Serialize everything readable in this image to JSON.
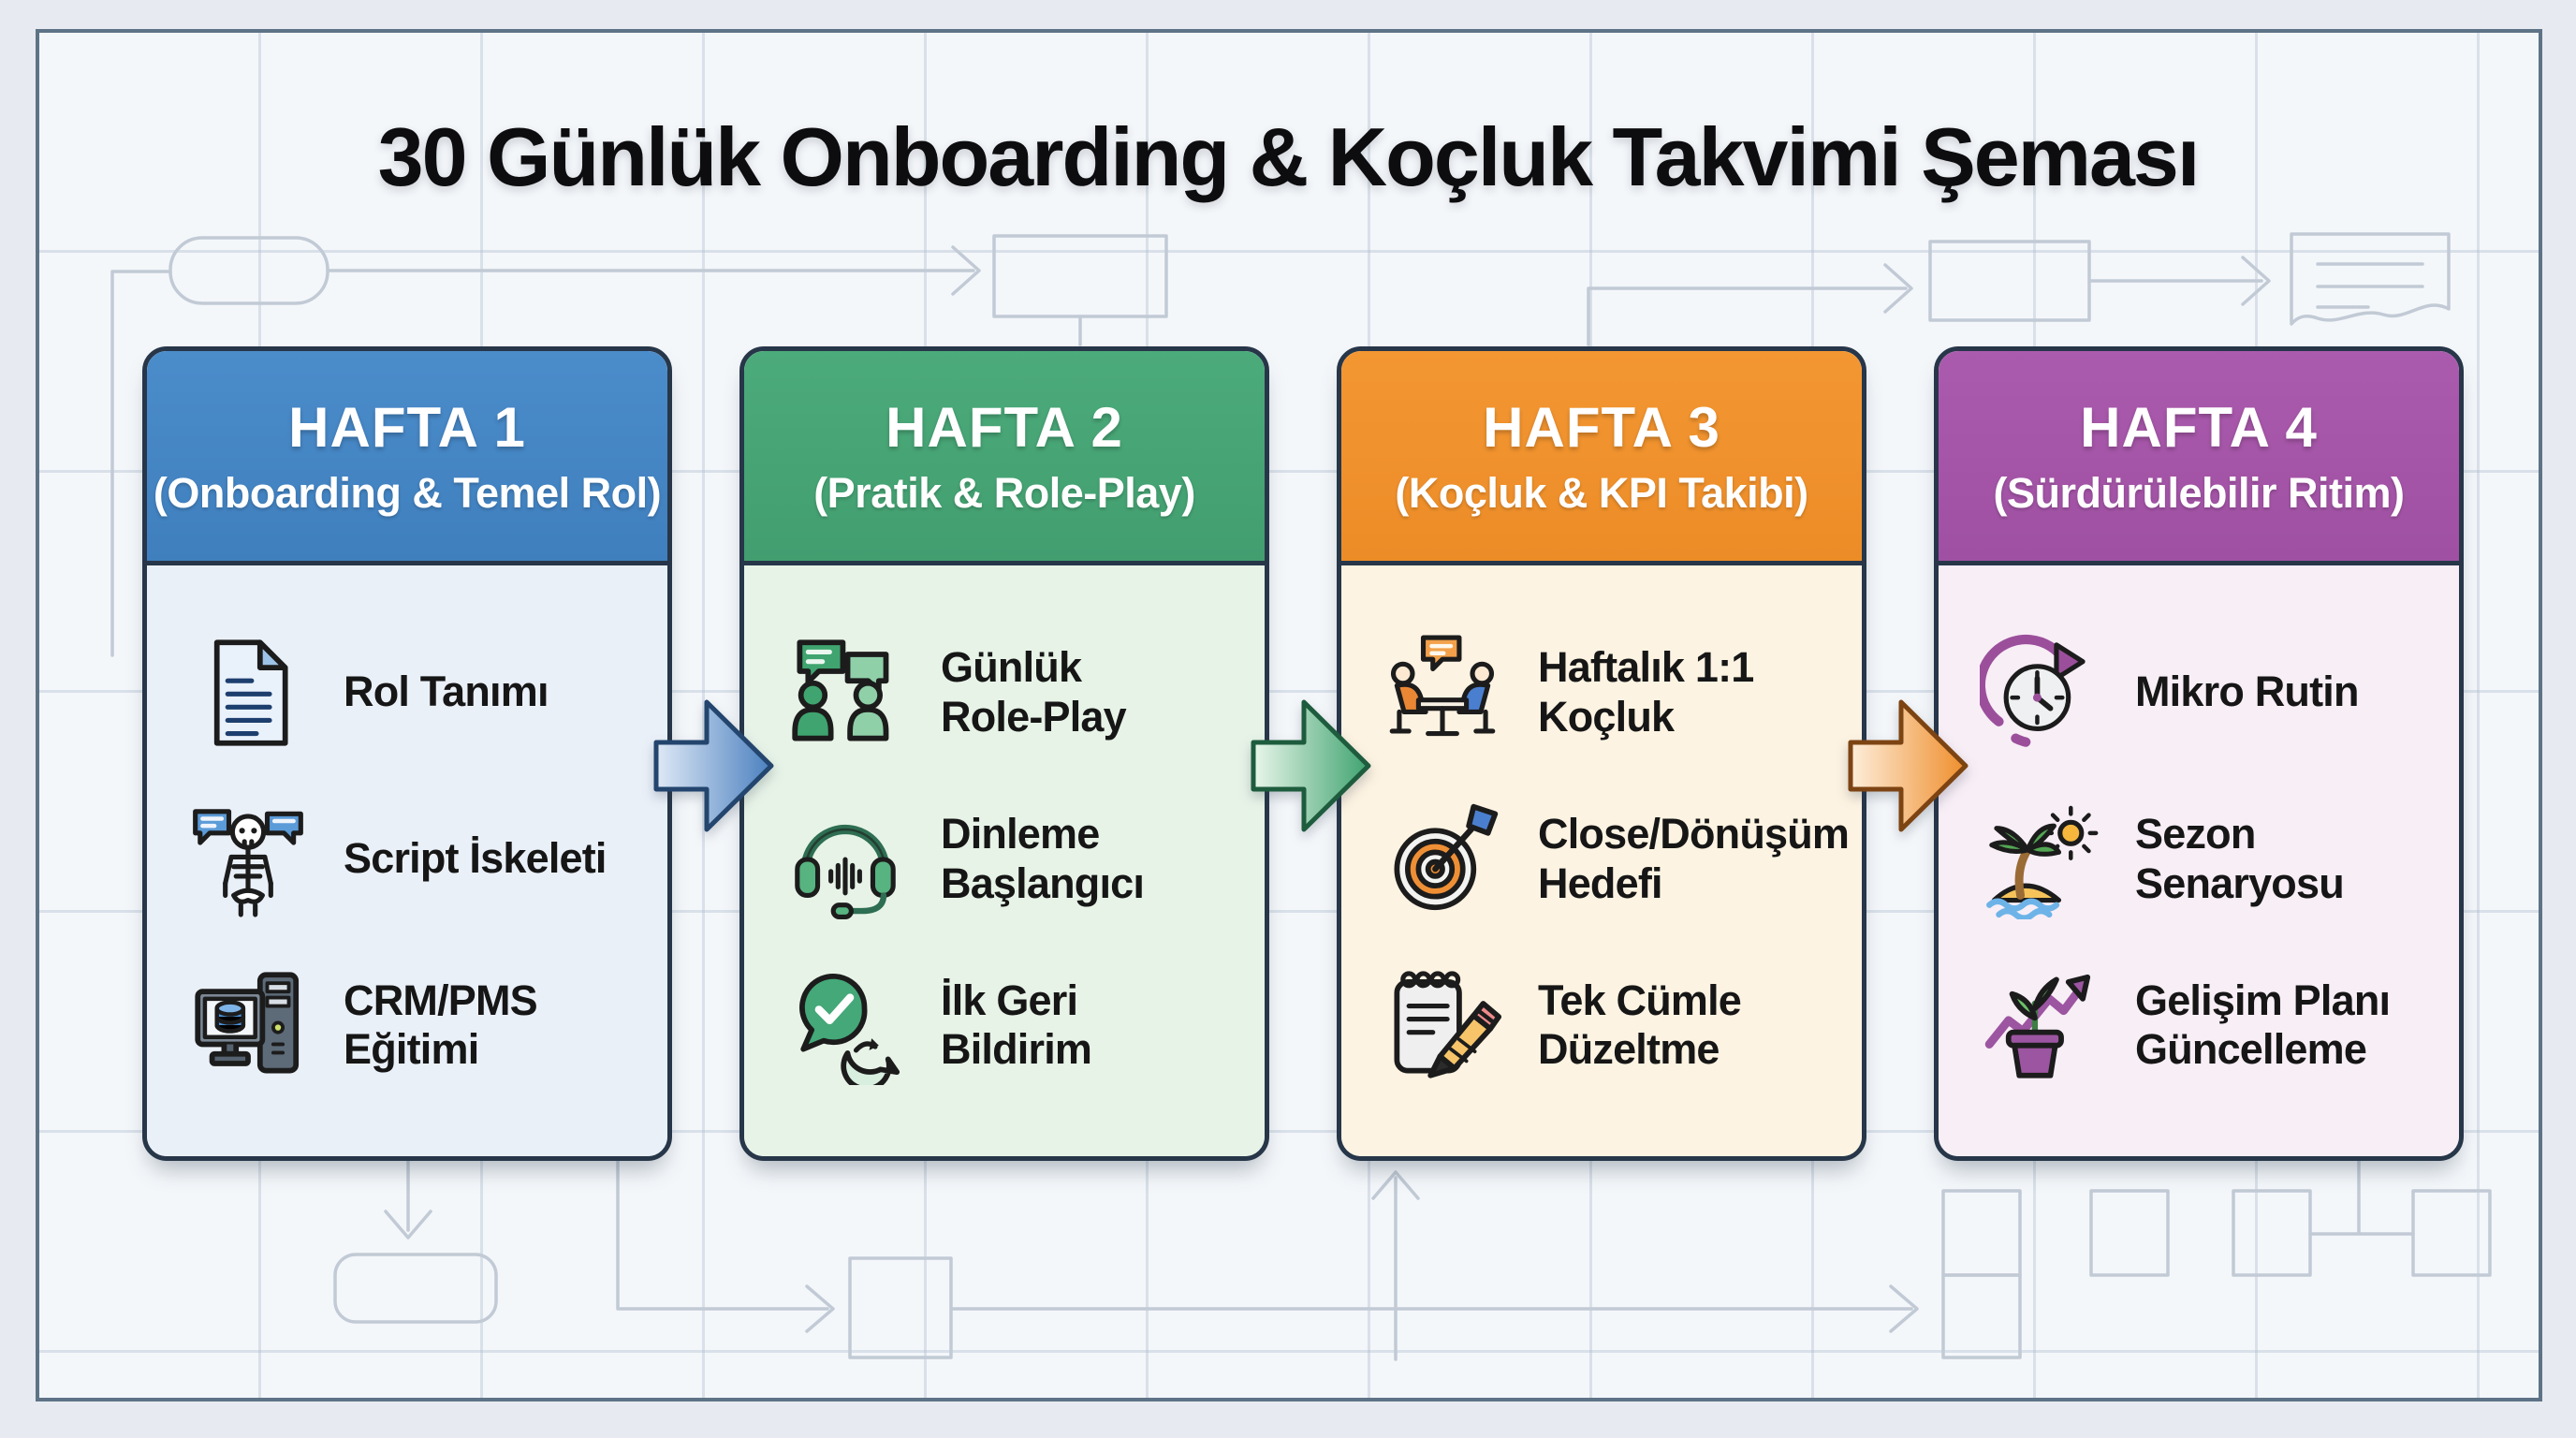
{
  "title": "30 Günlük Onboarding & Koçluk Takvimi Şeması",
  "weeks": [
    {
      "title": "HAFTA 1",
      "subtitle": "(Onboarding & Temel Rol)",
      "header_color": "#4284c2",
      "body_color": "#eaf0f8",
      "items": [
        {
          "icon": "document-icon",
          "label": "Rol Tanımı"
        },
        {
          "icon": "skeleton-chat-icon",
          "label": "Script İskeleti"
        },
        {
          "icon": "computer-database-icon",
          "label": "CRM/PMS\nEğitimi"
        }
      ]
    },
    {
      "title": "HAFTA 2",
      "subtitle": "(Pratik & Role-Play)",
      "header_color": "#45a273",
      "body_color": "#e7f3e7",
      "items": [
        {
          "icon": "roleplay-chat-icon",
          "label": "Günlük\nRole-Play"
        },
        {
          "icon": "headphones-icon",
          "label": "Dinleme\nBaşlangıcı"
        },
        {
          "icon": "feedback-check-icon",
          "label": "İlk Geri\nBildirim"
        }
      ]
    },
    {
      "title": "HAFTA 3",
      "subtitle": "(Koçluk & KPI Takibi)",
      "header_color": "#ee9130",
      "body_color": "#fdf3e2",
      "items": [
        {
          "icon": "coaching-one-on-one-icon",
          "label": "Haftalık 1:1\nKoçluk"
        },
        {
          "icon": "target-dart-icon",
          "label": "Close/Dönüşüm\nHedefi"
        },
        {
          "icon": "notepad-pencil-icon",
          "label": "Tek Cümle\nDüzeltme"
        }
      ]
    },
    {
      "title": "HAFTA 4",
      "subtitle": "(Sürdürülebilir Ritim)",
      "header_color": "#a455a7",
      "body_color": "#f8eef6",
      "items": [
        {
          "icon": "clock-routine-icon",
          "label": "Mikro Rutin"
        },
        {
          "icon": "island-sun-icon",
          "label": "Sezon\nSenaryosu"
        },
        {
          "icon": "growth-plan-icon",
          "label": "Gelişim Planı\nGüncelleme"
        }
      ]
    }
  ],
  "connectors": [
    {
      "from": "HAFTA 1",
      "to": "HAFTA 2",
      "color": "#4b80bf"
    },
    {
      "from": "HAFTA 2",
      "to": "HAFTA 3",
      "color": "#3fa370"
    },
    {
      "from": "HAFTA 3",
      "to": "HAFTA 4",
      "color": "#ef8e2c"
    }
  ]
}
